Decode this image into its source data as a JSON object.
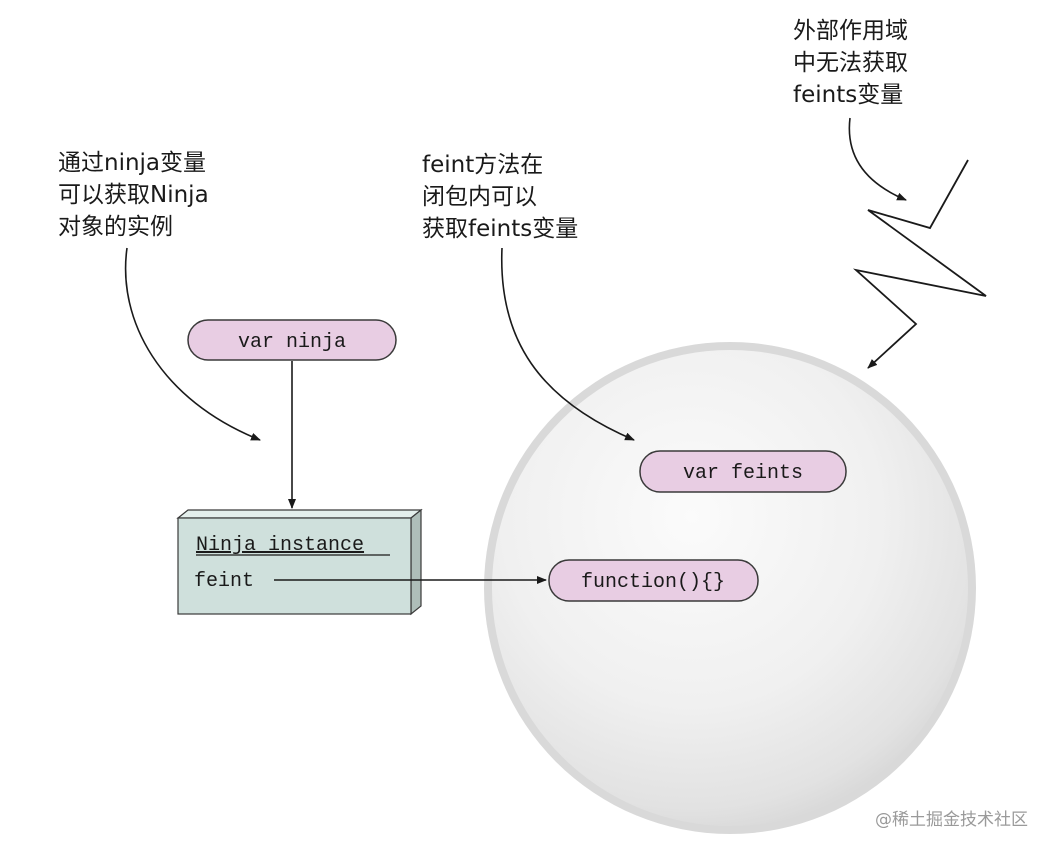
{
  "annotations": {
    "ninja_variable": [
      "通过ninja变量",
      "可以获取Ninja",
      "对象的实例"
    ],
    "feint_closure": [
      "feint方法在",
      "闭包内可以",
      "获取feints变量"
    ],
    "outer_scope": [
      "外部作用域",
      "中无法获取",
      "feints变量"
    ]
  },
  "nodes": {
    "var_ninja": "var ninja",
    "var_feints": "var feints",
    "function": "function(){}",
    "instance_title": "Ninja instance",
    "instance_property": "feint"
  },
  "watermark": "@稀土掘金技术社区",
  "colors": {
    "pill_fill": "#e8cde3",
    "pill_stroke": "#3a3a3a",
    "box_front": "#cfe0dc",
    "box_side": "#aebeb9",
    "box_top": "#e4efec",
    "sphere_light": "#fafafa",
    "sphere_dark": "#cfcfcf",
    "sphere_rim": "#d8d8d8",
    "line": "#1a1a1a"
  }
}
